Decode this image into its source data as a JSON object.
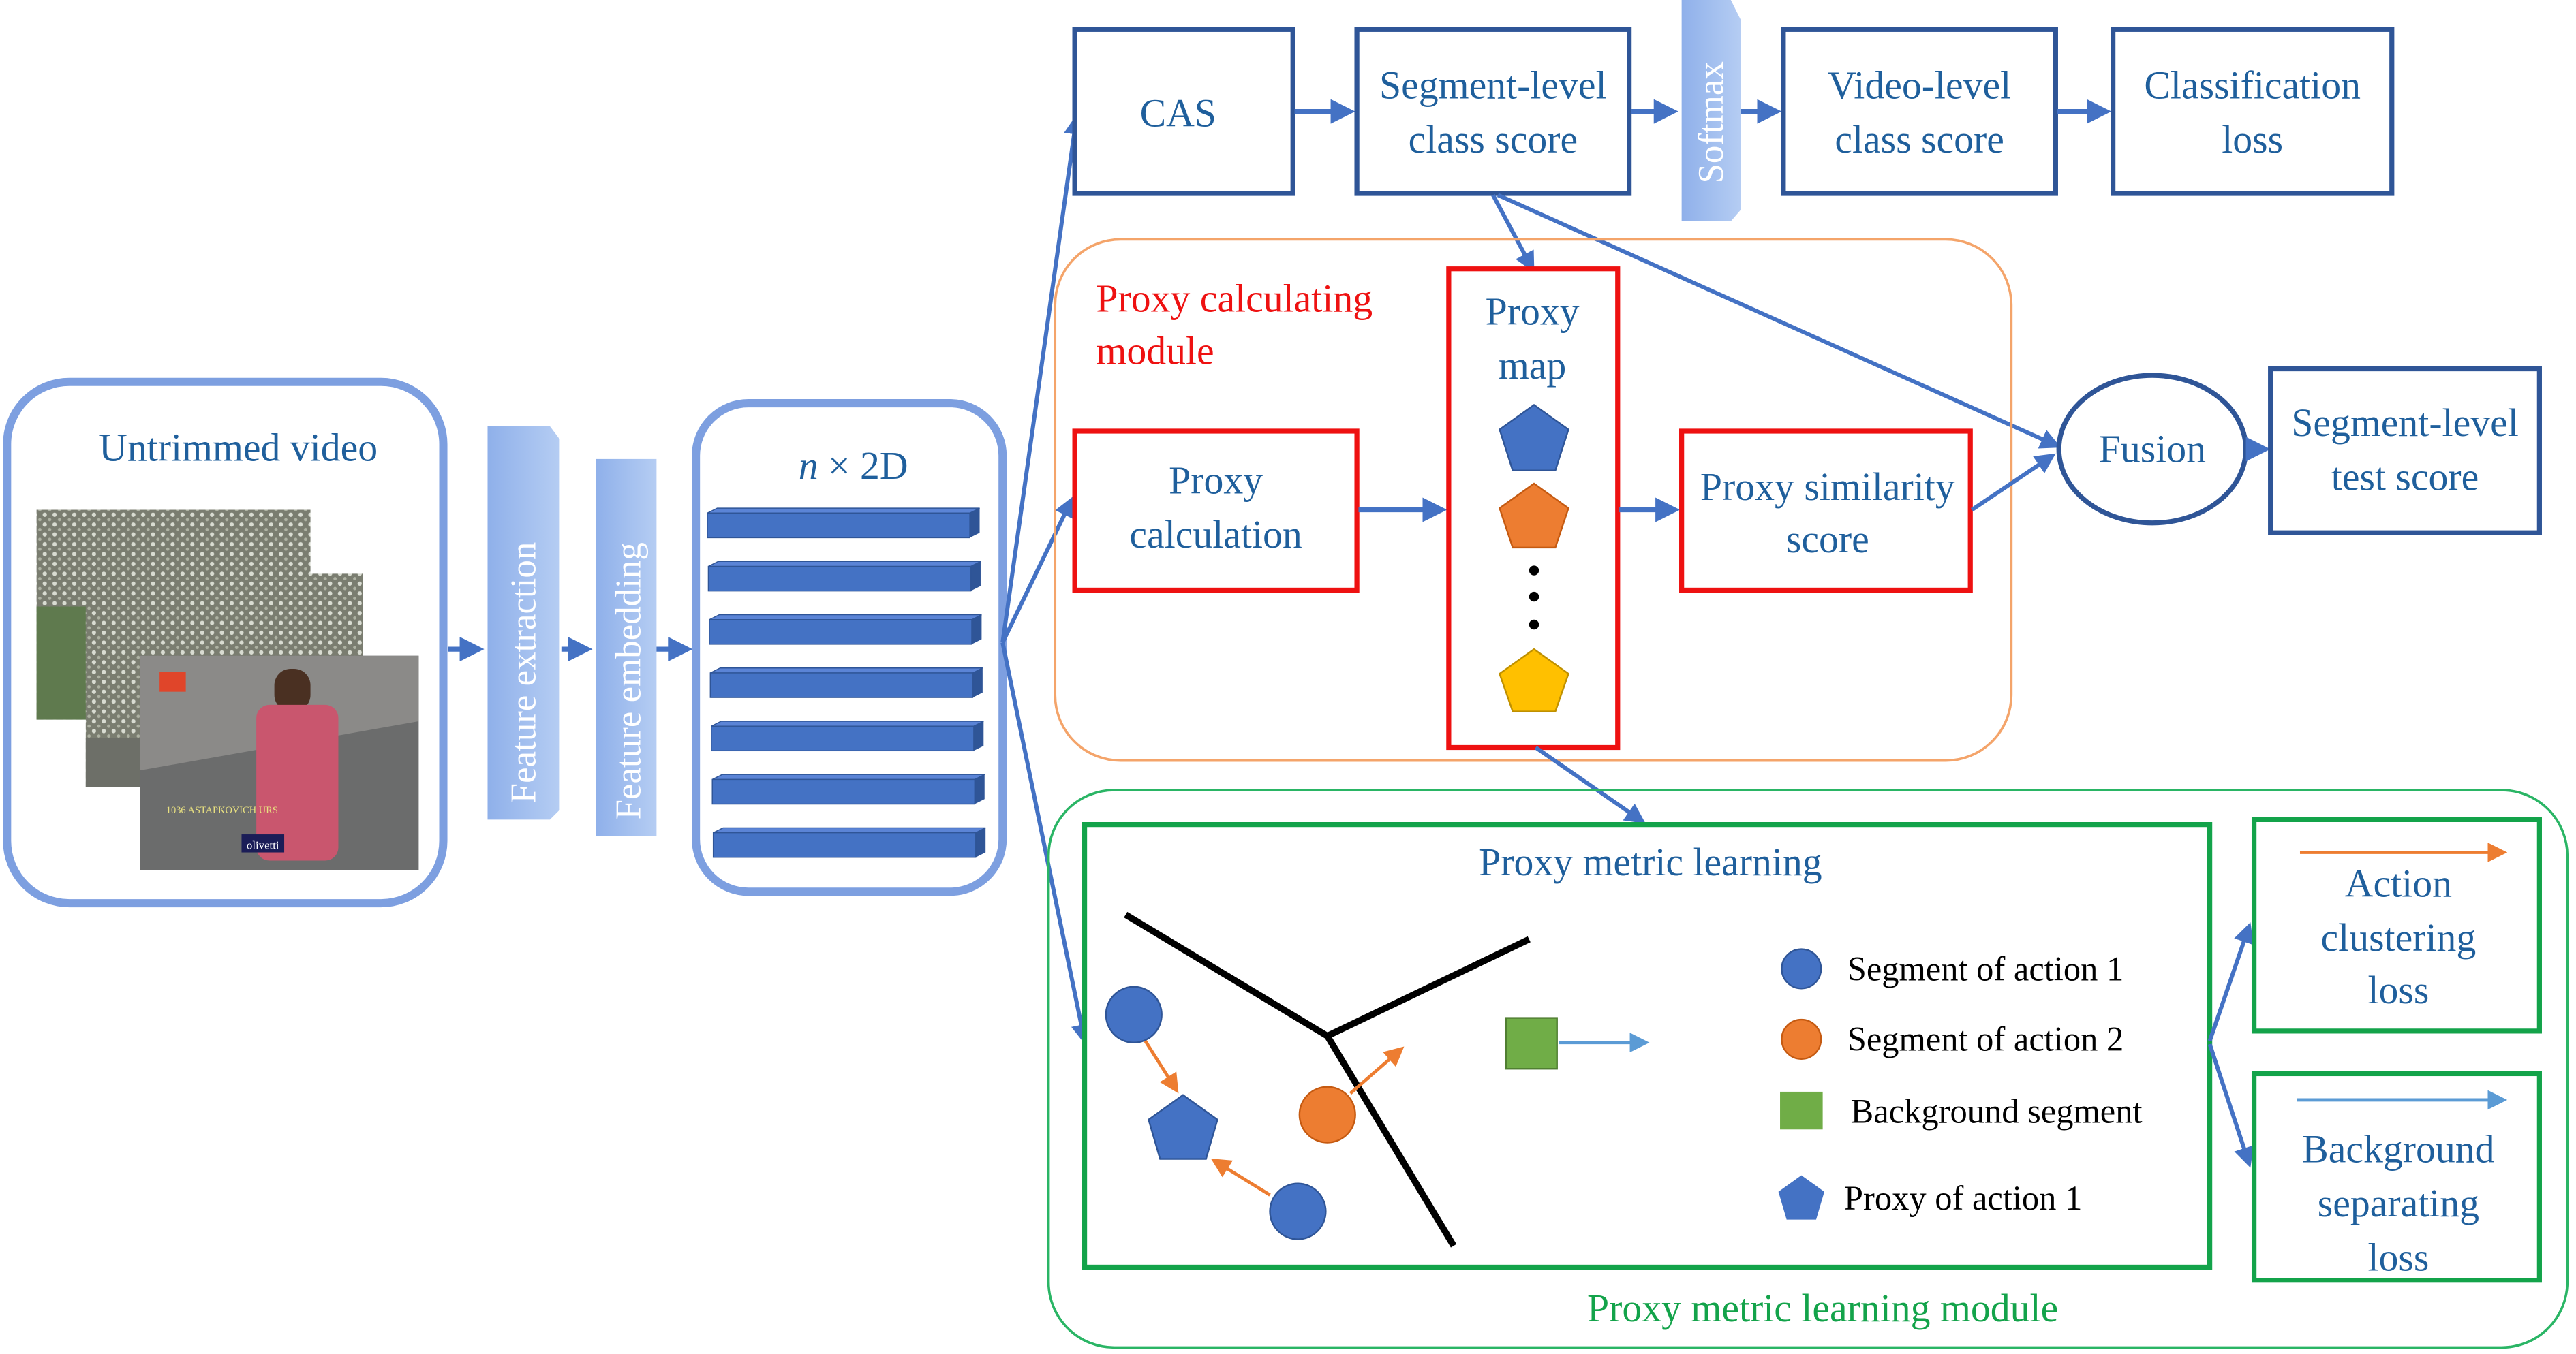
{
  "colors": {
    "flow_arrow": "#4472c4",
    "dark_box": "#2f5597",
    "light_box": "#7d9fe0",
    "red_box": "#ee1111",
    "orange_module": "#f4a46a",
    "green_module": "#2ab565",
    "green_box": "#13a34a",
    "text_blue": "#1f5f9c",
    "proxy_blue": "#4472c4",
    "proxy_orange": "#ed7d31",
    "proxy_yellow": "#ffc000",
    "background_green": "#70ad47"
  },
  "input": {
    "title": "Untrimmed video",
    "frames": [
      {
        "overlay_text": ""
      },
      {
        "overlay_text": ""
      },
      {
        "overlay_text": "1036  ASTAPKOVICH   URS",
        "sponsor": "olivetti"
      }
    ]
  },
  "feature_extraction": {
    "label": "Feature extraction"
  },
  "feature_embedding": {
    "label": "Feature embedding"
  },
  "embedding_stack": {
    "title_var": "n",
    "title_rest": " × 2D",
    "bar_count": 7
  },
  "classification_branch": {
    "cas": {
      "label": "CAS"
    },
    "segment_score": {
      "line1": "Segment-level",
      "line2": "class score"
    },
    "softmax": {
      "label": "Softmax"
    },
    "video_score": {
      "line1": "Video-level",
      "line2": "class score"
    },
    "classification_loss": {
      "line1": "Classification",
      "line2": "loss"
    }
  },
  "proxy_calculating_module": {
    "title_line1": "Proxy calculating",
    "title_line2": "module",
    "proxy_calculation": {
      "line1": "Proxy",
      "line2": "calculation"
    },
    "proxy_map": {
      "line1": "Proxy",
      "line2": "map",
      "proxies": [
        "blue",
        "orange",
        "ellipsis",
        "yellow"
      ]
    },
    "proxy_similarity": {
      "line1": "Proxy similarity",
      "line2": "score"
    }
  },
  "fusion": {
    "label": "Fusion"
  },
  "test_score": {
    "line1": "Segment-level",
    "line2": "test score"
  },
  "proxy_metric_learning_module": {
    "title": "Proxy metric learning module",
    "inner_title": "Proxy metric learning",
    "legend": [
      {
        "shape": "circle",
        "color": "blue",
        "label": "Segment of action 1"
      },
      {
        "shape": "circle",
        "color": "orange",
        "label": "Segment of action 2"
      },
      {
        "shape": "square",
        "color": "green",
        "label": "Background segment"
      },
      {
        "shape": "pentagon",
        "color": "blue",
        "label": "Proxy of action 1"
      }
    ],
    "action_clustering_loss": {
      "line1": "Action",
      "line2": "clustering",
      "line3": "loss"
    },
    "background_separating_loss": {
      "line1": "Background",
      "line2": "separating",
      "line3": "loss"
    }
  }
}
